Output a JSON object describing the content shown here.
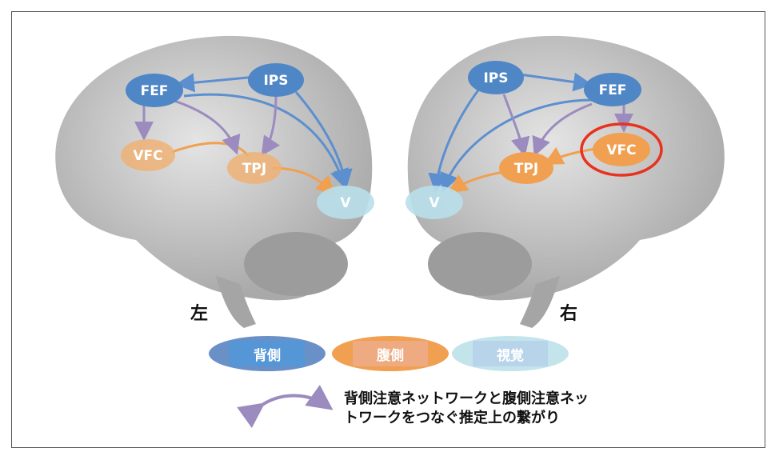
{
  "left_hemisphere": {
    "label": "左",
    "nodes": {
      "fef": "FEF",
      "ips": "IPS",
      "vfc": "VFC",
      "tpj": "TPJ",
      "v": "V"
    }
  },
  "right_hemisphere": {
    "label": "右",
    "nodes": {
      "fef": "FEF",
      "ips": "IPS",
      "vfc": "VFC",
      "tpj": "TPJ",
      "v": "V"
    },
    "highlight": "VFC"
  },
  "legend": {
    "dorsal": "背側",
    "ventral": "腹側",
    "visual": "視覚"
  },
  "connection_caption": {
    "line1": "背側注意ネットワークと腹側注意ネッ",
    "line2": "トワークをつなぐ推定上の繋がり"
  },
  "colors": {
    "dorsal": "#4f86c6",
    "ventral": "#f0a050",
    "visual": "#b8dfea",
    "link": "#9b8bbf",
    "highlight": "#e8321e"
  }
}
